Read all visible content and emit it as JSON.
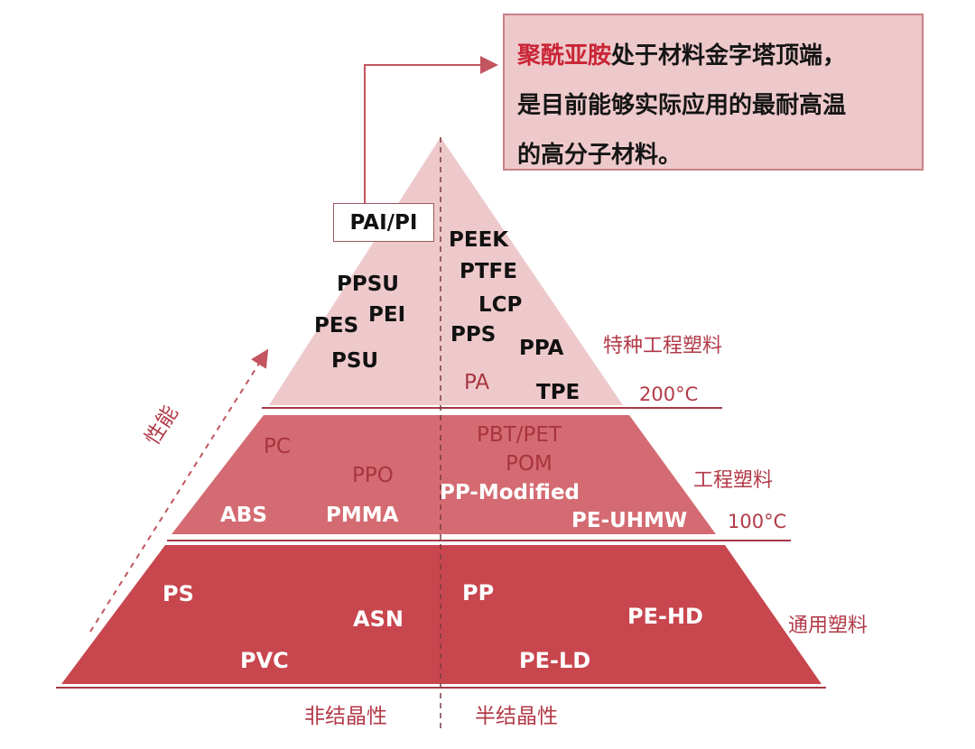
{
  "callout": {
    "highlight": "聚酰亚胺",
    "line1_rest": "处于材料金字塔顶端，",
    "line2": "是目前能够实际应用的最耐高温",
    "line3": "的高分子材料。"
  },
  "top_box": "PAI/PI",
  "tiers": {
    "special": {
      "label": "特种工程塑料",
      "temp": "200°C"
    },
    "engineering": {
      "label": "工程塑料",
      "temp": "100°C"
    },
    "general": {
      "label": "通用塑料"
    }
  },
  "materials": {
    "special_amorphous": [
      "PPSU",
      "PEI",
      "PES",
      "PSU"
    ],
    "special_semicrystalline": [
      "PEEK",
      "PTFE",
      "LCP",
      "PPS",
      "PPA",
      "PA",
      "TPE"
    ],
    "engineering_amorphous": [
      "PC",
      "PPO",
      "ABS",
      "PMMA"
    ],
    "engineering_semicrystalline": [
      "PBT/PET",
      "POM",
      "PP-Modified",
      "PE-UHMW"
    ],
    "general_amorphous": [
      "PS",
      "ASN",
      "PVC"
    ],
    "general_semicrystalline": [
      "PP",
      "PE-HD",
      "PE-LD"
    ]
  },
  "axes": {
    "performance": "性能",
    "left_bottom": "非结晶性",
    "right_bottom": "半结晶性"
  },
  "colors": {
    "tier_top": "#eec9cb",
    "tier_mid": "#d46b72",
    "tier_bottom": "#c8464e",
    "accent": "#b23a48"
  }
}
